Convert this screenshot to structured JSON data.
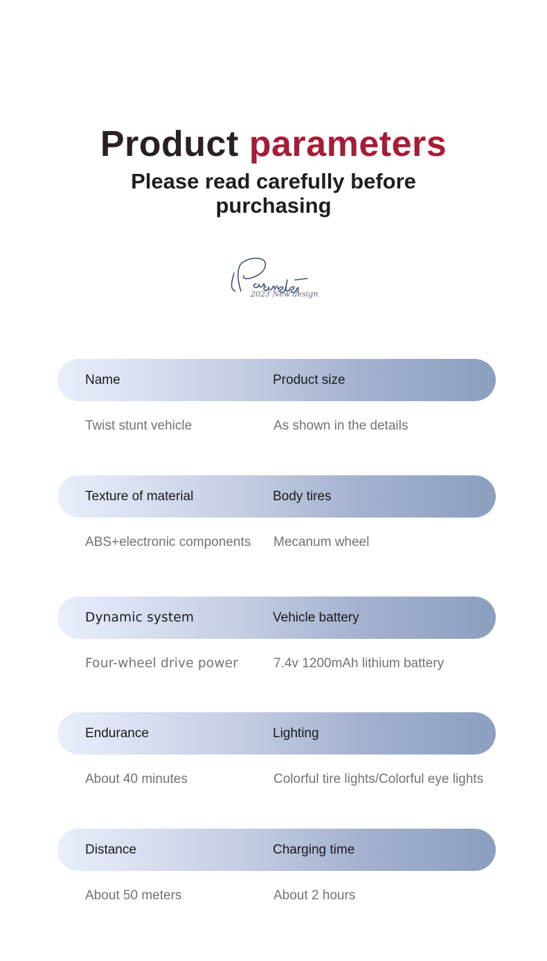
{
  "header": {
    "title_part1": "Product",
    "title_part2": "parameters",
    "subtitle": "Please read carefully before purchasing"
  },
  "logo": {
    "script_text": "Parameter",
    "tagline": "2023 New design"
  },
  "params": [
    {
      "left_label": "Name",
      "right_label": "Product size",
      "left_value": "Twist stunt vehicle",
      "right_value": "As shown in the details"
    },
    {
      "left_label": "Texture of material",
      "right_label": "Body tires",
      "left_value": "ABS+electronic components",
      "right_value": "Mecanum wheel"
    },
    {
      "left_label": "Dynamic system",
      "right_label": "Vehicle battery",
      "left_value": "Four-wheel drive power",
      "right_value": "7.4v 1200mAh lithium battery"
    },
    {
      "left_label": "Endurance",
      "right_label": "Lighting",
      "left_value": "About 40 minutes",
      "right_value": "Colorful tire lights/Colorful eye lights"
    },
    {
      "left_label": "Distance",
      "right_label": "Charging time",
      "left_value": "About 50 meters",
      "right_value": "About 2 hours"
    }
  ],
  "colors": {
    "title_dark": "#2a1f23",
    "title_accent": "#a51d37",
    "bar_light": "#e9eefc",
    "bar_dark": "#8c9fbf",
    "value_text": "#727272"
  }
}
